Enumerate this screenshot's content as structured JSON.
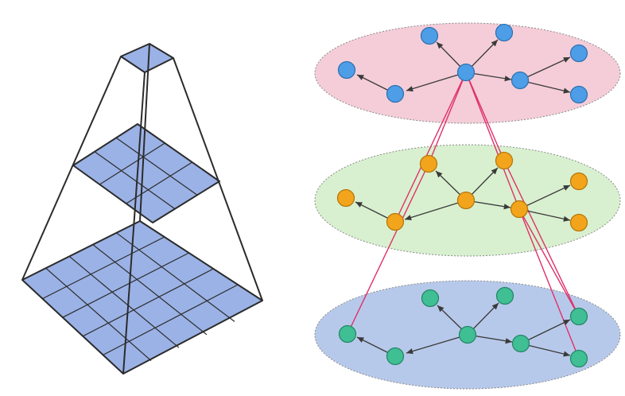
{
  "pyramid": {
    "levels": [
      {
        "name": "top",
        "grid_cells": 1
      },
      {
        "name": "middle",
        "grid_cells": 9
      },
      {
        "name": "bottom",
        "grid_cells": 25
      }
    ],
    "cell_fill": "#9bb2e6",
    "line_color": "#2b2b2b"
  },
  "graph_layers": [
    {
      "name": "top-layer",
      "ellipse_fill": "#f4cdd8",
      "node_fill": "#4d9ee6",
      "nodes": 8,
      "edges": 7
    },
    {
      "name": "middle-layer",
      "ellipse_fill": "#d8f0cf",
      "node_fill": "#f2a51c",
      "nodes": 8,
      "edges": 7
    },
    {
      "name": "bottom-layer",
      "ellipse_fill": "#b7c9ea",
      "node_fill": "#3fbf93",
      "nodes": 8,
      "edges": 7
    }
  ],
  "cross_link_color": "#e0306a"
}
